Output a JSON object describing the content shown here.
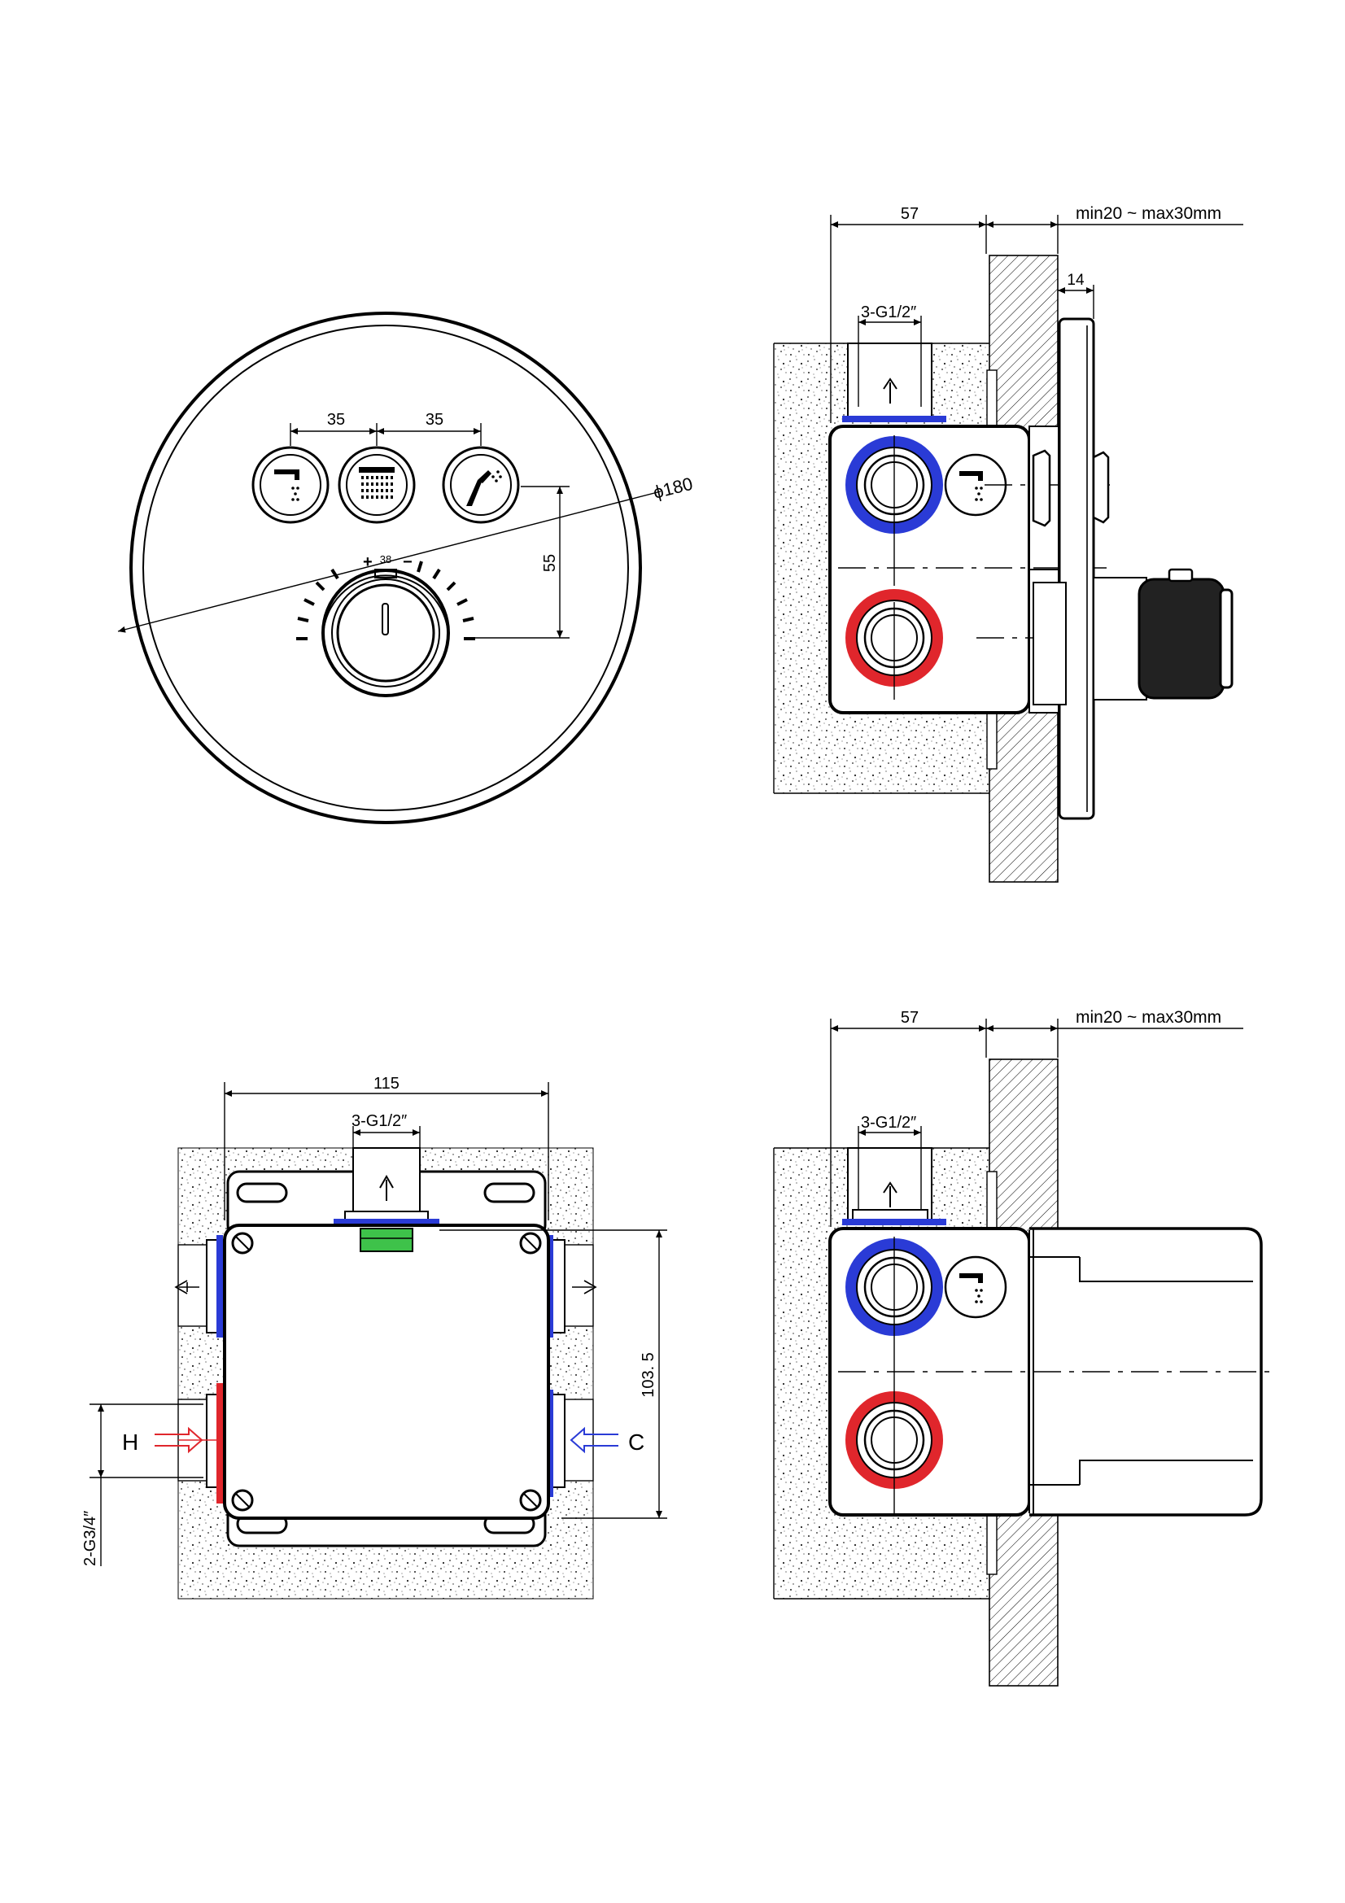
{
  "front_view": {
    "spacing_left": "35",
    "spacing_right": "35",
    "diameter": "ϕ180",
    "height_to_knob": "55",
    "temp_setpoint": "38",
    "plus_mark": "+",
    "minus_mark": "−"
  },
  "side_view_top": {
    "depth": "57",
    "wall_range": "min20 ~ max30mm",
    "plate_thickness": "14",
    "outlet_thread": "3-G1/2″"
  },
  "back_view": {
    "width": "115",
    "outlet_thread": "3-G1/2″",
    "height": "103. 5",
    "hot_label": "H",
    "cold_label": "C",
    "inlet_thread": "2-G3/4″"
  },
  "side_view_bottom": {
    "depth": "57",
    "wall_range": "min20 ~ max30mm",
    "outlet_thread": "3-G1/2″"
  },
  "colors": {
    "hot": "#e0262c",
    "cold": "#2a3bd6",
    "fitting": "#3ec24a",
    "line": "#000000"
  }
}
